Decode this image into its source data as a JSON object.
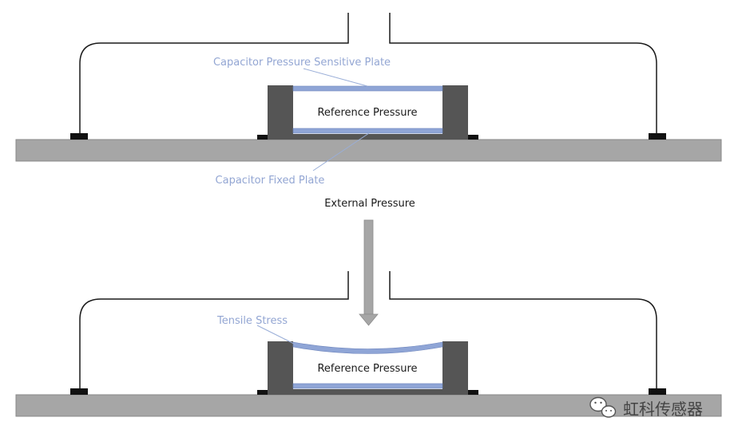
{
  "top_panel": {
    "sensitive_plate_label": "Capacitor Pressure Sensitive Plate",
    "chamber_label": "Reference Pressure",
    "fixed_plate_label": "Capacitor Fixed Plate"
  },
  "external_pressure_label": "External Pressure",
  "bottom_panel": {
    "stress_label": "Tensile Stress",
    "chamber_label": "Reference Pressure"
  },
  "watermark": {
    "text": "虹科传感器",
    "icon": "wechat-icon"
  },
  "colors": {
    "substrate": "#a6a6a6",
    "housing": "#555555",
    "plate": "#8fa5d6",
    "contact": "#111111",
    "wire": "#1a1a1a",
    "arrow": "#a6a6a6",
    "label_accent": "#93a6d3"
  }
}
